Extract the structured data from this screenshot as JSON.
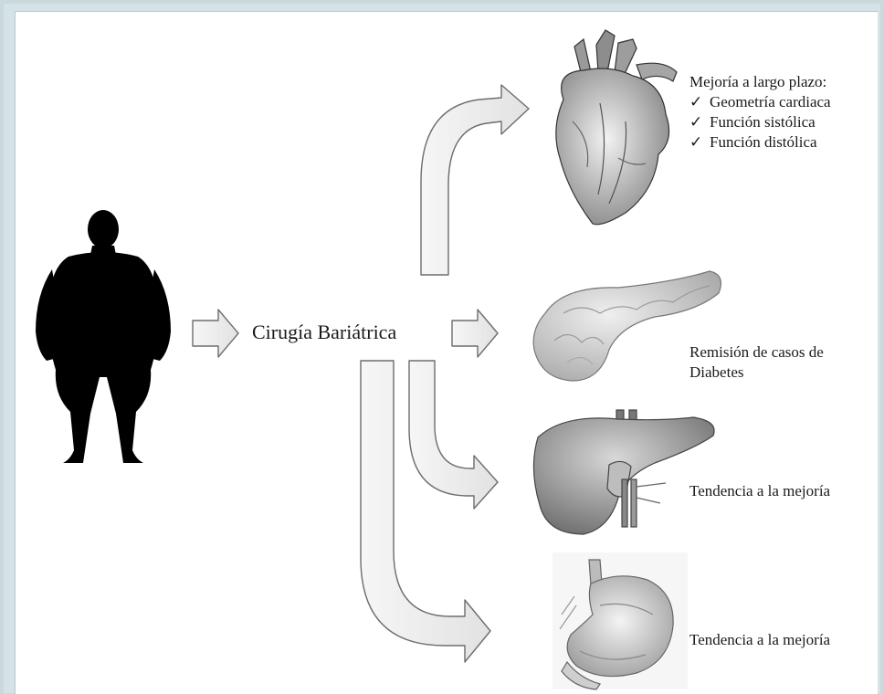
{
  "diagram": {
    "center_label": "Cirugía Bariátrica",
    "heart": {
      "icon": "heart-illustration",
      "title": "Mejoría a largo plazo:",
      "check_glyph": "✓",
      "items": [
        "Geometría cardiaca",
        "Función sistólica",
        "Función distólica"
      ]
    },
    "pancreas": {
      "icon": "pancreas-illustration",
      "text_line1": "Remisión de casos de",
      "text_line2": "Diabetes"
    },
    "liver": {
      "icon": "liver-illustration",
      "text": "Tendencia a la mejoría"
    },
    "stomach": {
      "icon": "stomach-illustration",
      "text": "Tendencia a la mejoría"
    },
    "person": {
      "icon": "obese-person-silhouette"
    },
    "colors": {
      "arrow_fill": "#efefef",
      "arrow_stroke": "#6d6d6d",
      "silhouette": "#000000",
      "frame": "#c9d9dc"
    }
  }
}
